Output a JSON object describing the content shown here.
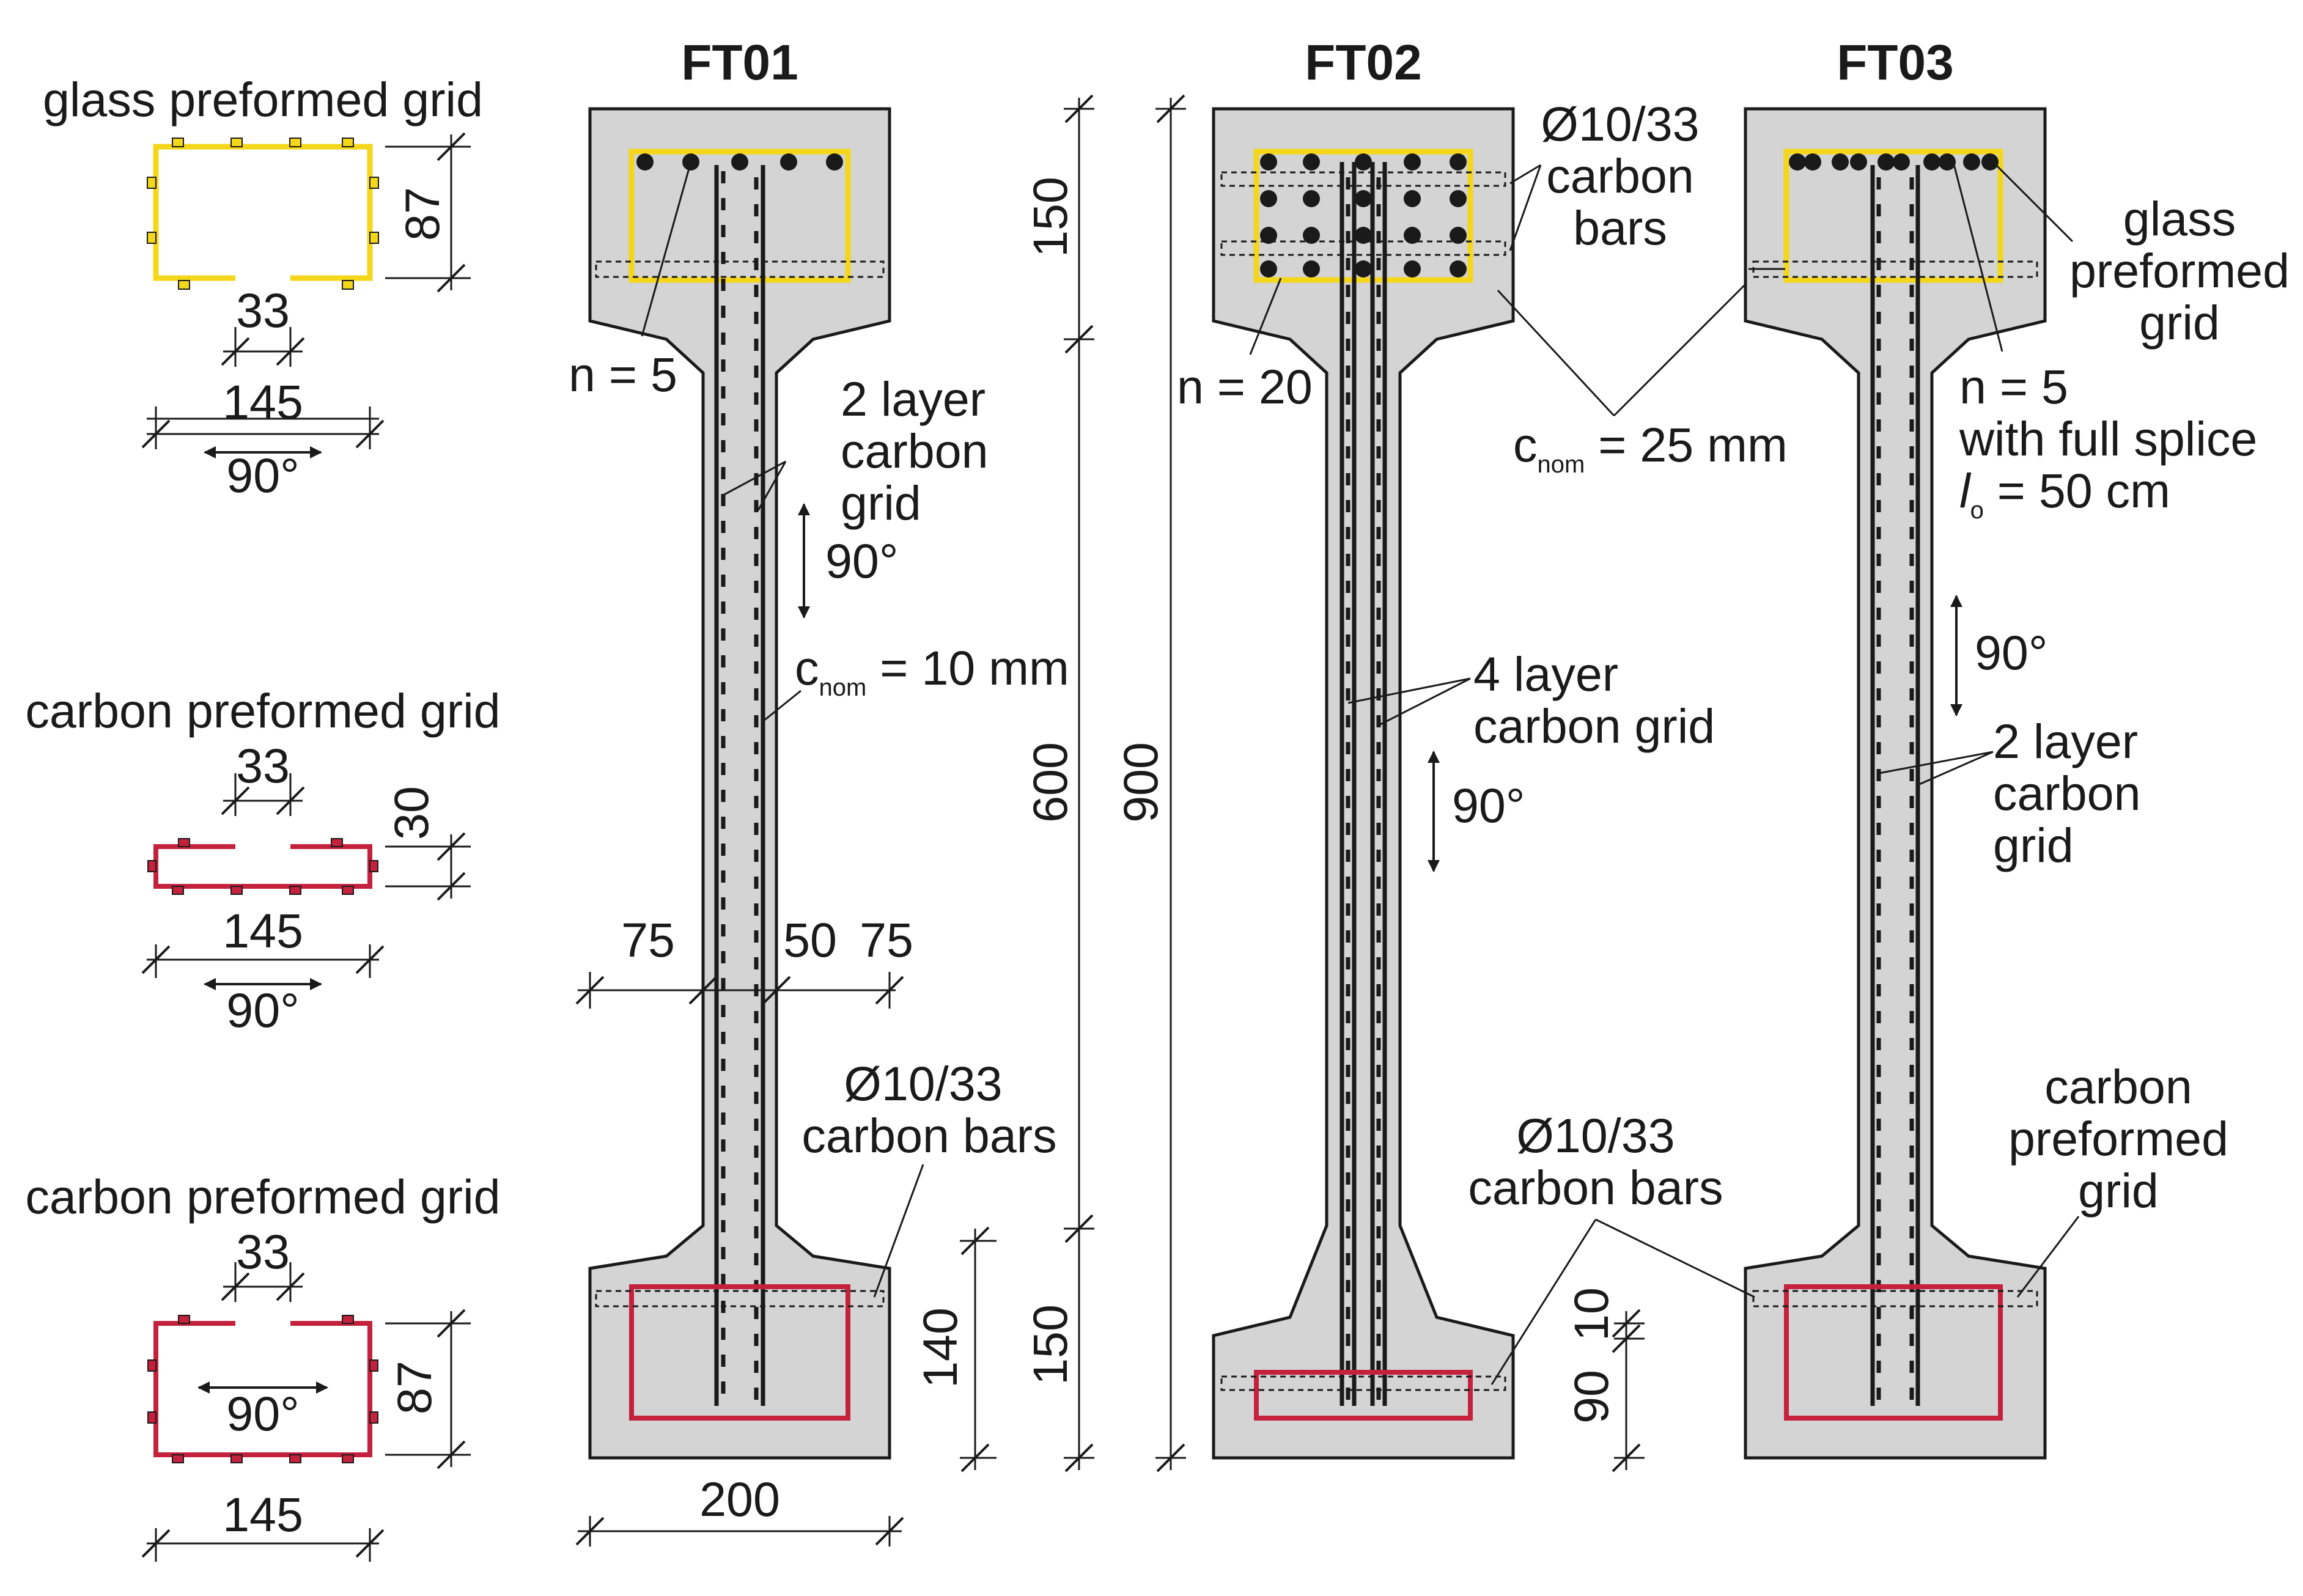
{
  "legend": {
    "glass_title": "glass preformed grid",
    "carbon_title_1": "carbon preformed grid",
    "carbon_title_2": "carbon preformed grid",
    "dim_33": "33",
    "dim_145": "145",
    "dim_87": "87",
    "dim_30": "30",
    "angle": "90°"
  },
  "ft01": {
    "title": "FT01",
    "n_label": "n = 5",
    "grid_label": [
      "2 layer",
      "carbon",
      "grid"
    ],
    "angle": "90°",
    "cnom": "c",
    "cnom_sub": "nom",
    "cnom_value": " = 10 mm",
    "dim_left": "75",
    "dim_mid": "50",
    "dim_right": "75",
    "bars_label": [
      "Ø10/33",
      "carbon bars"
    ],
    "dim_140": "140",
    "width": "200"
  },
  "ft02": {
    "title": "FT02",
    "bars_top": [
      "Ø10/33",
      "carbon",
      "bars"
    ],
    "n_label": "n = 20",
    "cnom": "c",
    "cnom_sub": "nom",
    "cnom_value": " = 25 mm",
    "grid_label": [
      "4 layer",
      "carbon grid"
    ],
    "angle": "90°",
    "bars_bottom": [
      "Ø10/33",
      "carbon bars"
    ],
    "dim_150_top": "150",
    "dim_600": "600",
    "dim_150_bot": "150",
    "dim_900": "900"
  },
  "ft03": {
    "title": "FT03",
    "glass_label": [
      "glass",
      "preformed",
      "grid"
    ],
    "n_label": "n = 5",
    "splice_label": "with full splice",
    "lo": "l",
    "lo_sub": "o",
    "lo_value": " = 50 cm",
    "angle": "90°",
    "grid_label": [
      "2 layer",
      "carbon",
      "grid"
    ],
    "carbon_label": [
      "carbon",
      "preformed",
      "grid"
    ],
    "dim_10": "10",
    "dim_90": "90"
  },
  "colors": {
    "concrete": "#d4d4d4",
    "glass_grid": "#f4d61a",
    "carbon_grid": "#c4213c",
    "ink": "#1a1a1a"
  }
}
